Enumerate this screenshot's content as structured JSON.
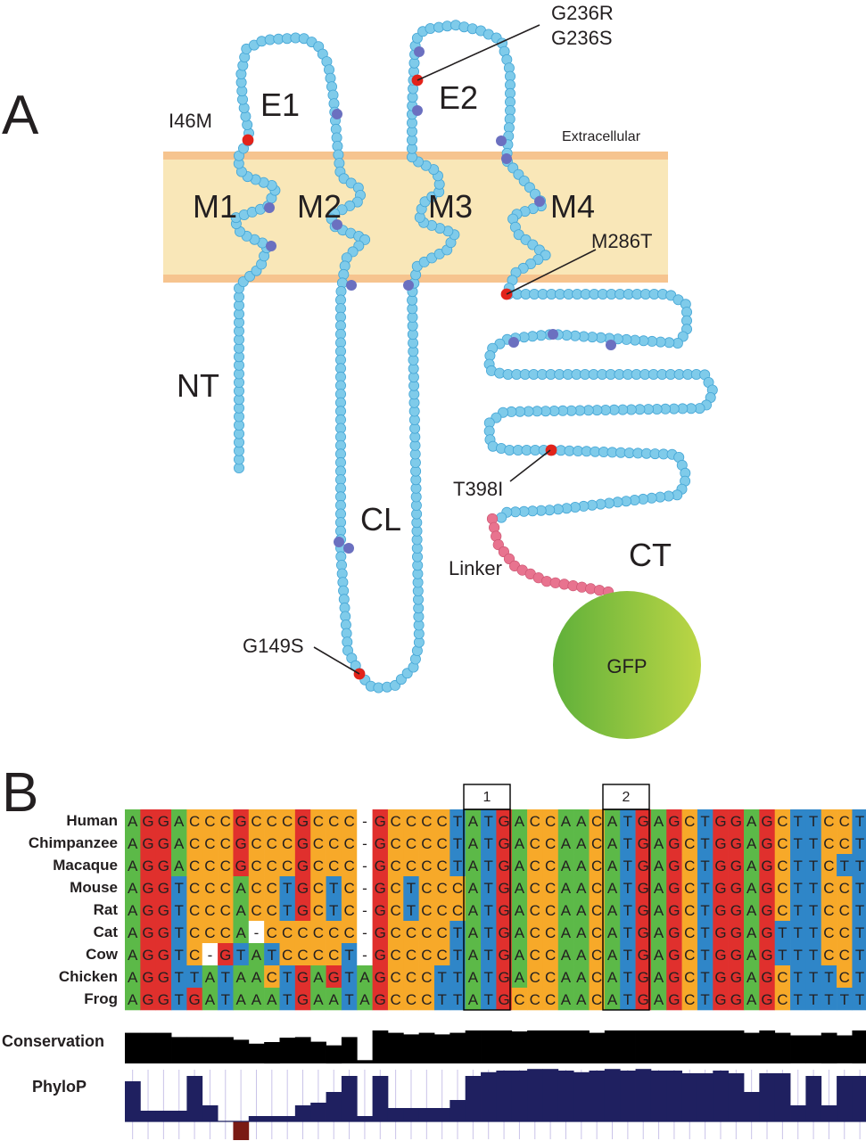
{
  "panelA": {
    "panel_letter": "A",
    "membrane_label": "Extracellular",
    "regions": {
      "E1": "E1",
      "E2": "E2",
      "M1": "M1",
      "M2": "M2",
      "M3": "M3",
      "M4": "M4",
      "NT": "NT",
      "CL": "CL",
      "CT": "CT",
      "linker": "Linker",
      "gfp": "GFP"
    },
    "mutations": {
      "i46m": "I46M",
      "g236r": "G236R",
      "g236s": "G236S",
      "m286t": "M286T",
      "t398i": "T398I",
      "g149s": "G149S"
    },
    "colors": {
      "residue": "#7fcbea",
      "residue_edge": "#45a6d6",
      "highlight": "#6b70c0",
      "mutation": "#e2231a",
      "linker": "#e8738f",
      "membrane": "#f9e7b8",
      "membrane_edge": "#f6c48f",
      "gfp_light": "#bcd645",
      "gfp_dark": "#5fb03a"
    }
  },
  "panelB": {
    "panel_letter": "B",
    "species": [
      "Human",
      "Chimpanzee",
      "Macaque",
      "Mouse",
      "Rat",
      "Cat",
      "Cow",
      "Chicken",
      "Frog"
    ],
    "sequences": [
      "AGGACCCGCCCGCCC-GCCCCTATGACCAACATGAGCTGGAGCTTCCT",
      "AGGACCCGCCCGCCC-GCCCCTATGACCAACATGAGCTGGAGCTTCCT",
      "AGGACCCGCCCGCCC-GCCCCTATGACCAACATGAGCTGGAGCTTCTT",
      "AGGTCCCACCTGCTC-GCTCCCATGACCAACATGAGCTGGAGCTTCCT",
      "AGGTCCCACCTGCTC-GCTCCCATGACCAACATGAGCTGGAGCTTCCT",
      "AGGTCCCA-CCCCCC-GCCCCTATGACCAACATGAGCTGGAGTTTCCT",
      "AGGTC-GTATCCCCT-GCCCCTATGACCAACATGAGCTGGAGTTTCCT",
      "AGGTTATAACTGAGTAGCCCTTATGACCAACATGAGCTGGAGCTTTCT",
      "AGGTGATAAATGAATAGCCCTTATGCCCAACATGAGCTGGAGCTTTTT"
    ],
    "start_codon_boxes": [
      "1",
      "2"
    ],
    "conservation_label": "Conservation",
    "phylop_label": "PhyloP",
    "conservation": [
      0.93,
      0.93,
      0.93,
      0.8,
      0.8,
      0.8,
      0.8,
      0.72,
      0.6,
      0.65,
      0.78,
      0.8,
      0.66,
      0.55,
      0.8,
      0.1,
      1.0,
      0.93,
      0.88,
      0.93,
      0.88,
      0.93,
      1.0,
      1.0,
      1.0,
      0.97,
      1.0,
      1.0,
      1.0,
      1.0,
      0.93,
      1.0,
      1.0,
      1.0,
      1.0,
      1.0,
      1.0,
      1.0,
      1.0,
      1.0,
      0.93,
      1.0,
      0.93,
      0.85,
      0.85,
      0.93,
      0.85,
      1.0
    ],
    "phylop": [
      0.75,
      0.2,
      0.2,
      0.2,
      0.85,
      0.3,
      0.0,
      -0.35,
      0.1,
      0.1,
      0.1,
      0.3,
      0.35,
      0.55,
      0.85,
      0.1,
      0.85,
      0.25,
      0.25,
      0.25,
      0.25,
      0.4,
      0.85,
      0.92,
      0.95,
      0.95,
      0.98,
      0.98,
      0.95,
      0.92,
      0.95,
      0.98,
      0.95,
      0.98,
      0.95,
      0.95,
      0.9,
      0.9,
      0.95,
      0.9,
      0.55,
      0.9,
      0.9,
      0.3,
      0.85,
      0.3,
      0.85,
      0.85
    ],
    "colors": {
      "A": "#5cb948",
      "C": "#f7a929",
      "G": "#e0302d",
      "T": "#2f86c8",
      "gap": "#ffffff",
      "conservation": "#000000",
      "phylop_pos": "#1f2060",
      "phylop_neg": "#7a1a14",
      "grid": "#c9c3e8"
    }
  }
}
